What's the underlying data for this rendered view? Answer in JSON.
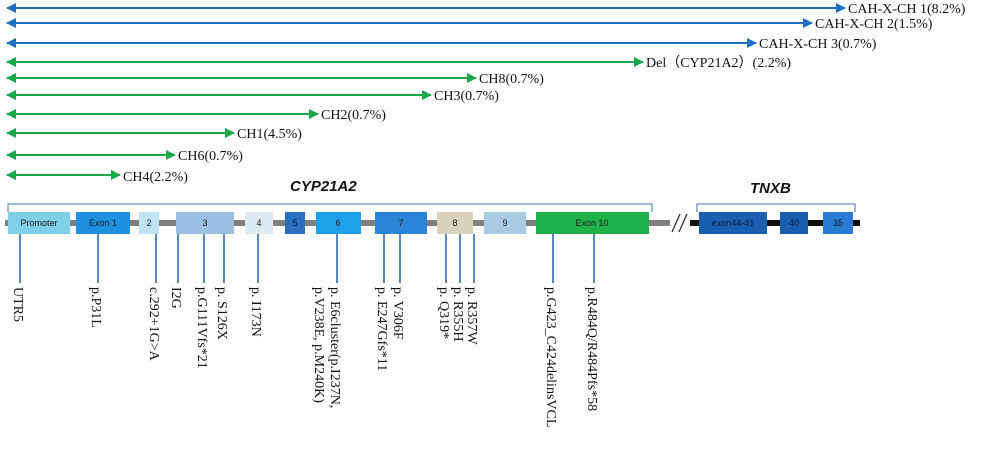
{
  "colors": {
    "blue_arrow": "#1f6fc2",
    "green_arrow": "#1aa84a",
    "chromosome": "#7f7f7f",
    "exon_cyp": "#1e90e0",
    "promoter": "#7fd0e6",
    "pale_blue": "#9bbfe0",
    "pale_cyan": "#bfe3f2",
    "beige": "#d8d2bd",
    "exon10": "#1fb24a",
    "tnxb_dark": "#1a5fb0",
    "tnxb_mid": "#2a7ad2"
  },
  "deletions": [
    {
      "label": "CAH-X-CH 1(8.2%)",
      "type": "blue"
    },
    {
      "label": "CAH-X-CH 2(1.5%)",
      "type": "blue"
    },
    {
      "label": "CAH-X-CH 3(0.7%)",
      "type": "blue"
    },
    {
      "label": "Del（CYP21A2）(2.2%)",
      "type": "green"
    },
    {
      "label": "CH8(0.7%)",
      "type": "green"
    },
    {
      "label": "CH3(0.7%)",
      "type": "green"
    },
    {
      "label": "CH2(0.7%)",
      "type": "green"
    },
    {
      "label": "CH1(4.5%)",
      "type": "green"
    },
    {
      "label": "CH6(0.7%)",
      "type": "green"
    },
    {
      "label": "CH4(2.2%)",
      "type": "green"
    }
  ],
  "genes": {
    "cyp": "CYP21A2",
    "tnxb": "TNXB"
  },
  "boxes": {
    "promoter": "Promoter",
    "exon1": "Exon 1",
    "exon2": "2",
    "exon3": "3",
    "exon4": "4",
    "exon5": "5",
    "exon6": "6",
    "exon7": "7",
    "exon8": "8",
    "exon9": "9",
    "exon10": "Exon 10",
    "tnxb_exon44_41": "exon44-41",
    "tnxb_exon40": "40",
    "tnxb_exon35": "35"
  },
  "mutations": [
    {
      "label": "UTR5"
    },
    {
      "label": "p.P31L"
    },
    {
      "label": "c.292+1G>A"
    },
    {
      "label": "I2G"
    },
    {
      "label": "p.G111Vfs*21"
    },
    {
      "label": "p. S126X"
    },
    {
      "label": "p. I173N"
    },
    {
      "label": "p. E6cluster(p.I237N,"
    },
    {
      "label": "p.V238E, p.M240K)"
    },
    {
      "label": "p. E247Gfs*11"
    },
    {
      "label": "p. V306F"
    },
    {
      "label": "p. Q319*"
    },
    {
      "label": "p. R355H"
    },
    {
      "label": "p. R357W"
    },
    {
      "label": "p.G423_C424delinsVCL"
    },
    {
      "label": "p.R484Q/R484Pfs*58"
    }
  ]
}
